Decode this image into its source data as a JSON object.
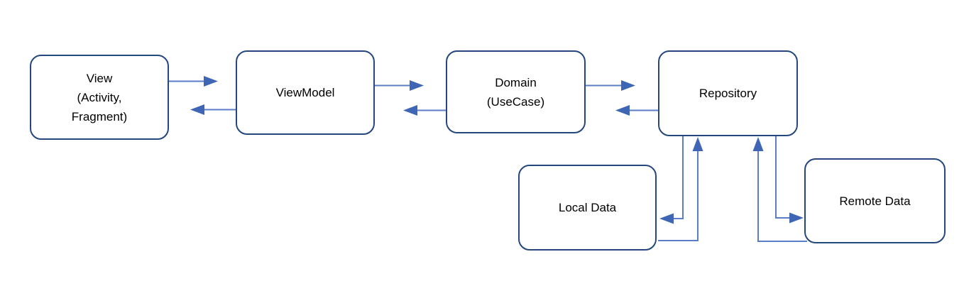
{
  "diagram": {
    "nodes": {
      "view": {
        "label": "View\n(Activity,\nFragment)"
      },
      "viewmodel": {
        "label": "ViewModel"
      },
      "domain": {
        "label": "Domain\n(UseCase)"
      },
      "repository": {
        "label": "Repository"
      },
      "local_data": {
        "label": "Local Data"
      },
      "remote_data": {
        "label": "Remote Data"
      }
    },
    "edges": [
      {
        "from": "View",
        "to": "ViewModel"
      },
      {
        "from": "ViewModel",
        "to": "View"
      },
      {
        "from": "ViewModel",
        "to": "Domain"
      },
      {
        "from": "Domain",
        "to": "ViewModel"
      },
      {
        "from": "Domain",
        "to": "Repository"
      },
      {
        "from": "Repository",
        "to": "Domain"
      },
      {
        "from": "Repository",
        "to": "Local Data"
      },
      {
        "from": "Local Data",
        "to": "Repository"
      },
      {
        "from": "Repository",
        "to": "Remote Data"
      },
      {
        "from": "Remote Data",
        "to": "Repository"
      }
    ],
    "colors": {
      "box_border": "#24477e",
      "arrow_line": "#5b7cc7",
      "arrow_head": "#3e66b5",
      "background": "#ffffff",
      "text": "#000000"
    }
  }
}
